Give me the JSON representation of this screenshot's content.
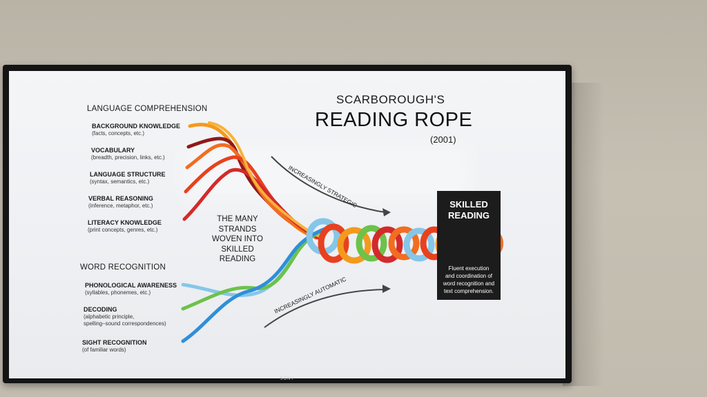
{
  "slide": {
    "title_line1": "SCARBOROUGH'S",
    "title_line2": "READING ROPE",
    "year": "(2001)",
    "language_comprehension": {
      "heading": "LANGUAGE COMPREHENSION",
      "items": [
        {
          "label": "BACKGROUND KNOWLEDGE",
          "detail": "(facts, concepts, etc.)"
        },
        {
          "label": "VOCABULARY",
          "detail": "(breadth, precision, links, etc.)"
        },
        {
          "label": "LANGUAGE STRUCTURE",
          "detail": "(syntax, semantics, etc.)"
        },
        {
          "label": "VERBAL REASONING",
          "detail": "(inference, metaphor, etc.)"
        },
        {
          "label": "LITERACY KNOWLEDGE",
          "detail": "(print concepts, genres, etc.)"
        }
      ]
    },
    "word_recognition": {
      "heading": "WORD RECOGNITION",
      "items": [
        {
          "label": "PHONOLOGICAL AWARENESS",
          "detail": "(syllables, phonemes, etc.)"
        },
        {
          "label": "DECODING",
          "detail": "(alphabetic principle,",
          "detail2": "spelling–sound correspondences)"
        },
        {
          "label": "SIGHT RECOGNITION",
          "detail": "(of familiar words)"
        }
      ]
    },
    "center_text": [
      "THE MANY",
      "STRANDS",
      "WOVEN INTO",
      "SKILLED",
      "READING"
    ],
    "arrow_strategic": "INCREASINGLY STRATEGIC",
    "arrow_automatic": "INCREASINGLY AUTOMATIC",
    "skilled": {
      "title_line1": "SKILLED",
      "title_line2": "READING",
      "desc": [
        "Fluent execution",
        "and coordination of",
        "word recognition and",
        "text comprehension."
      ]
    }
  },
  "tv_brand": "SONY",
  "colors": {
    "strand_warm": [
      "#e8411f",
      "#f39a1e",
      "#8f1a1a",
      "#f26d21",
      "#d42a2a"
    ],
    "strand_cool": [
      "#2f8fd8",
      "#6cc24a",
      "#86c6e8"
    ],
    "box_bg": "#1c1c1c"
  }
}
